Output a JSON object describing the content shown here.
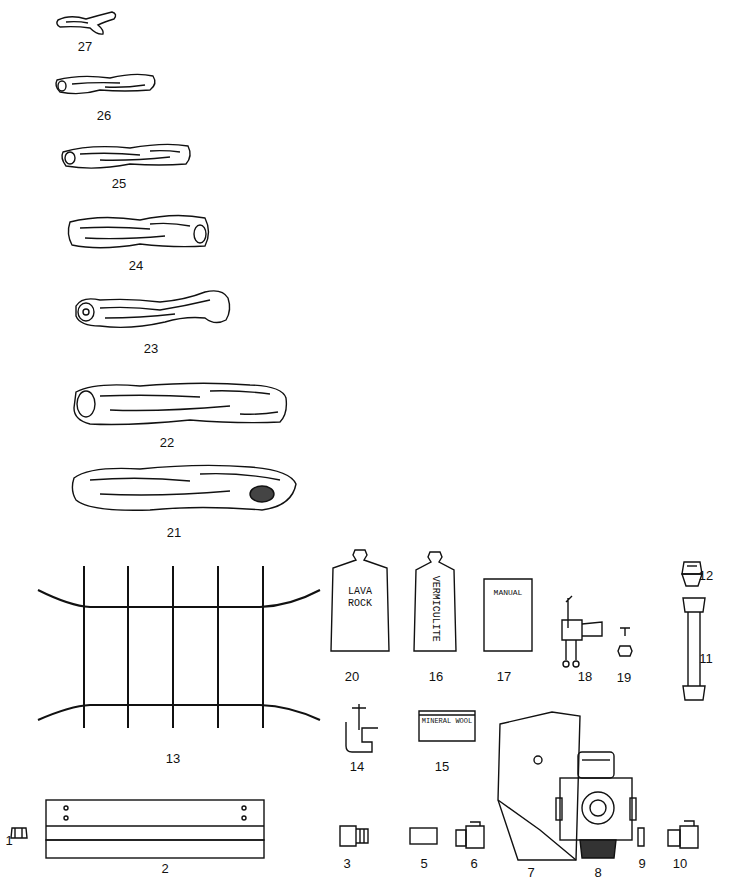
{
  "diagram": {
    "nodes": [
      {
        "text": [
          "LAVA ROCK"
        ]
      },
      {
        "text": [
          "VERMICULITE"
        ]
      },
      {
        "text": [
          "MANUAL"
        ]
      },
      {
        "text": [
          "MINERAL WOOL"
        ]
      }
    ],
    "labels": [
      "27",
      "26",
      "25",
      "24",
      "23",
      "22",
      "21",
      "12",
      "20",
      "16",
      "17",
      "18",
      "19",
      "11",
      "14",
      "15",
      "13",
      "1",
      "2",
      "3",
      "5",
      "6",
      "7",
      "8",
      "9",
      "10"
    ]
  }
}
